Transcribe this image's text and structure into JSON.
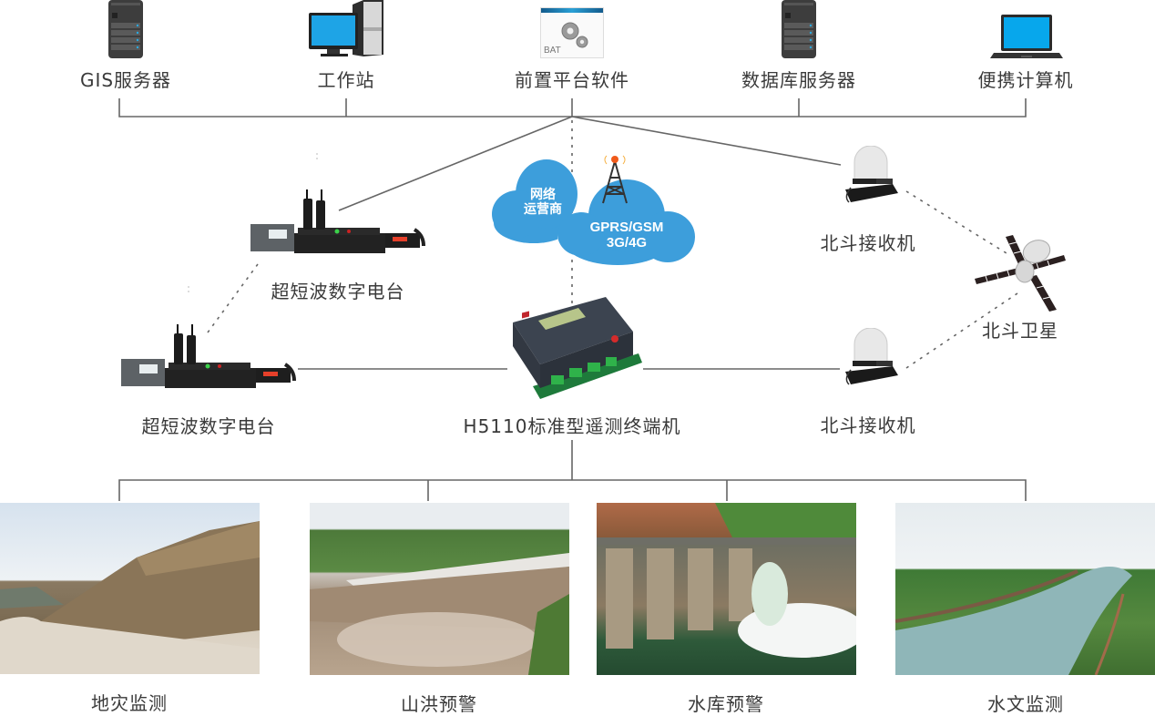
{
  "top_nodes": [
    {
      "label": "GIS服务器",
      "icon": "server-icon"
    },
    {
      "label": "工作站",
      "icon": "desktop-computer-icon"
    },
    {
      "label": "前置平台软件",
      "icon": "software-gears-icon",
      "icon_text": "BAT"
    },
    {
      "label": "数据库服务器",
      "icon": "server-icon"
    },
    {
      "label": "便携计算机",
      "icon": "laptop-icon"
    }
  ],
  "cloud": {
    "operator_label_line1": "网络",
    "operator_label_line2": "运营商",
    "network_label_line1": "GPRS/GSM",
    "network_label_line2": "3G/4G",
    "color": "#3a9ad9"
  },
  "radios": [
    {
      "label": "超短波数字电台",
      "icon": "digital-radio-station-icon"
    },
    {
      "label": "超短波数字电台",
      "icon": "digital-radio-station-icon"
    }
  ],
  "terminal": {
    "label": "H5110标准型遥测终端机",
    "icon": "telemetry-terminal-icon"
  },
  "beidou": {
    "receivers": [
      {
        "label": "北斗接收机",
        "icon": "beidou-receiver-icon"
      },
      {
        "label": "北斗接收机",
        "icon": "beidou-receiver-icon"
      }
    ],
    "satellite": {
      "label": "北斗卫星",
      "icon": "satellite-icon"
    }
  },
  "applications": [
    {
      "label": "地灾监测",
      "image": "landslide-slope-photo"
    },
    {
      "label": "山洪预警",
      "image": "flash-flood-river-photo"
    },
    {
      "label": "水库预警",
      "image": "reservoir-dam-photo"
    },
    {
      "label": "水文监测",
      "image": "river-hydrology-photo"
    }
  ]
}
